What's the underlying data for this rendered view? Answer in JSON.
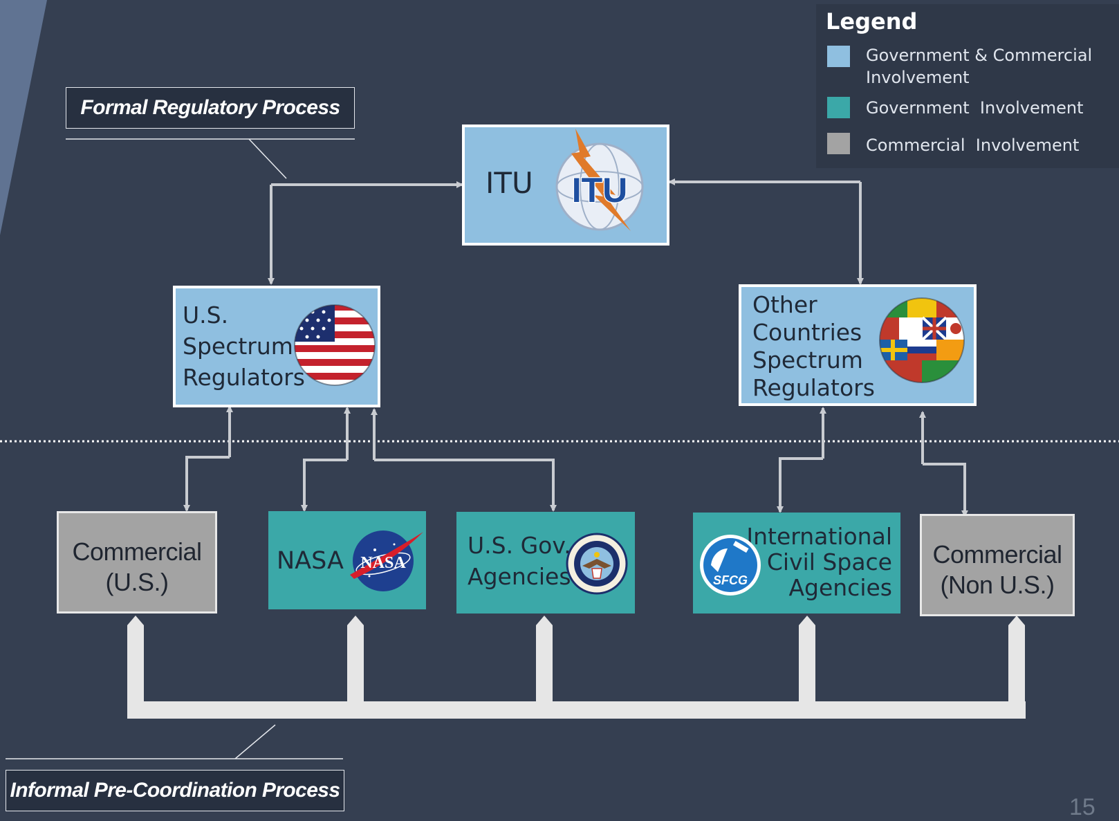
{
  "callouts": {
    "formal": "Formal Regulatory Process",
    "informal": "Informal Pre-Coordination Process"
  },
  "legend": {
    "title": "Legend",
    "items": [
      {
        "label": "Government & Commercial\nInvolvement",
        "color": "#8fbfe0"
      },
      {
        "label": "Government  Involvement",
        "color": "#3ba8a8"
      },
      {
        "label": "Commercial  Involvement",
        "color": "#a3a3a3"
      }
    ]
  },
  "nodes": {
    "itu": {
      "label": "ITU",
      "logo_text": "ITU"
    },
    "us_regulators": {
      "lines": [
        "U.S.",
        "Spectrum",
        "Regulators"
      ]
    },
    "other_regulators": {
      "lines": [
        "Other",
        "Countries",
        "Spectrum",
        "Regulators"
      ]
    },
    "commercial_us": {
      "lines": [
        "Commercial",
        "(U.S.)"
      ]
    },
    "nasa": {
      "label": "NASA",
      "logo_text": "NASA"
    },
    "us_gov": {
      "lines": [
        "U.S. Gov.",
        "Agencies"
      ]
    },
    "intl_civil": {
      "lines": [
        "International",
        "Civil Space",
        "Agencies"
      ],
      "logo_text": "SFCG"
    },
    "commercial_non_us": {
      "lines": [
        "Commercial",
        "(Non U.S.)"
      ]
    }
  },
  "colors": {
    "background": "#353f51",
    "gov_commercial": "#8fbfe0",
    "government": "#3ba8a8",
    "commercial": "#a3a3a3",
    "connector": "#c9ccd1"
  },
  "page_number": "15"
}
